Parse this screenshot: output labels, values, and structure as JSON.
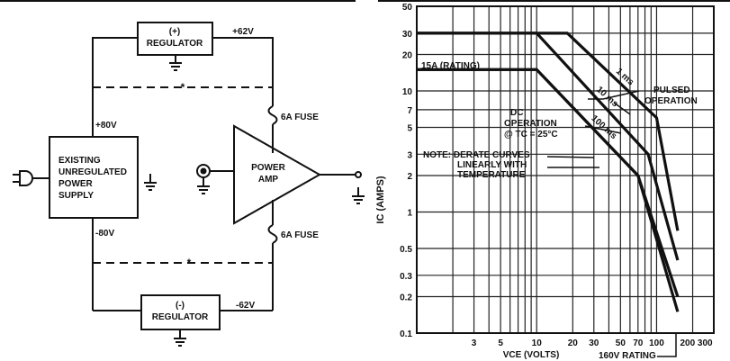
{
  "schematic": {
    "pos_regulator": [
      "(+)",
      "REGULATOR"
    ],
    "neg_regulator": [
      "(-)",
      "REGULATOR"
    ],
    "pos_rail": "+62V",
    "neg_rail": "-62V",
    "pos_supply": "+80V",
    "neg_supply": "-80V",
    "fuse_top": "6A FUSE",
    "fuse_bottom": "6A FUSE",
    "supply_label": [
      "EXISTING",
      "UNREGULATED",
      "POWER",
      "SUPPLY"
    ],
    "amp_label": [
      "POWER",
      "AMP"
    ],
    "dashed_marker": "*"
  },
  "chart_data": {
    "type": "line",
    "xscale": "log",
    "yscale": "log",
    "xlim": [
      1,
      300
    ],
    "ylim": [
      0.1,
      50
    ],
    "grid": true,
    "xlabel": "VCE (VOLTS)",
    "ylabel": "IC (AMPS)",
    "xticks": [
      3,
      5,
      10,
      20,
      30,
      50,
      70,
      100,
      200,
      300
    ],
    "xtick_labels": [
      "3",
      "5",
      "10",
      "20",
      "30",
      "50",
      "70",
      "100",
      "200 300"
    ],
    "yticks": [
      0.1,
      0.2,
      0.3,
      0.5,
      1,
      2,
      3,
      5,
      7,
      10,
      20,
      30,
      50
    ],
    "ytick_labels": [
      "0.1",
      "0.2",
      "0.3",
      "0.5",
      "1",
      "2",
      "3",
      "5",
      "7",
      "10",
      "20",
      "30",
      "50"
    ],
    "series": [
      {
        "name": "1 ms",
        "x": [
          1,
          18,
          100,
          150
        ],
        "y": [
          30,
          30,
          6,
          0.7
        ]
      },
      {
        "name": "10 ms",
        "x": [
          1,
          10,
          85,
          150
        ],
        "y": [
          30,
          30,
          3,
          0.4
        ]
      },
      {
        "name": "100 ms",
        "x": [
          1,
          10,
          70,
          150
        ],
        "y": [
          15,
          15,
          2,
          0.2
        ]
      },
      {
        "name": "",
        "x": [
          1,
          10,
          70,
          150
        ],
        "y": [
          15,
          15,
          2,
          0.15
        ]
      }
    ],
    "annotations": {
      "rating_15a": "15A (RATING)",
      "pulsed": [
        "PULSED",
        "OPERATION"
      ],
      "dc": [
        "DC",
        "OPERATION",
        "@ TC = 25°C"
      ],
      "note": [
        "NOTE: DERATE CURVES",
        "LINEARLY WITH",
        "TEMPERATURE"
      ],
      "rating_160v": "160V RATING"
    }
  }
}
